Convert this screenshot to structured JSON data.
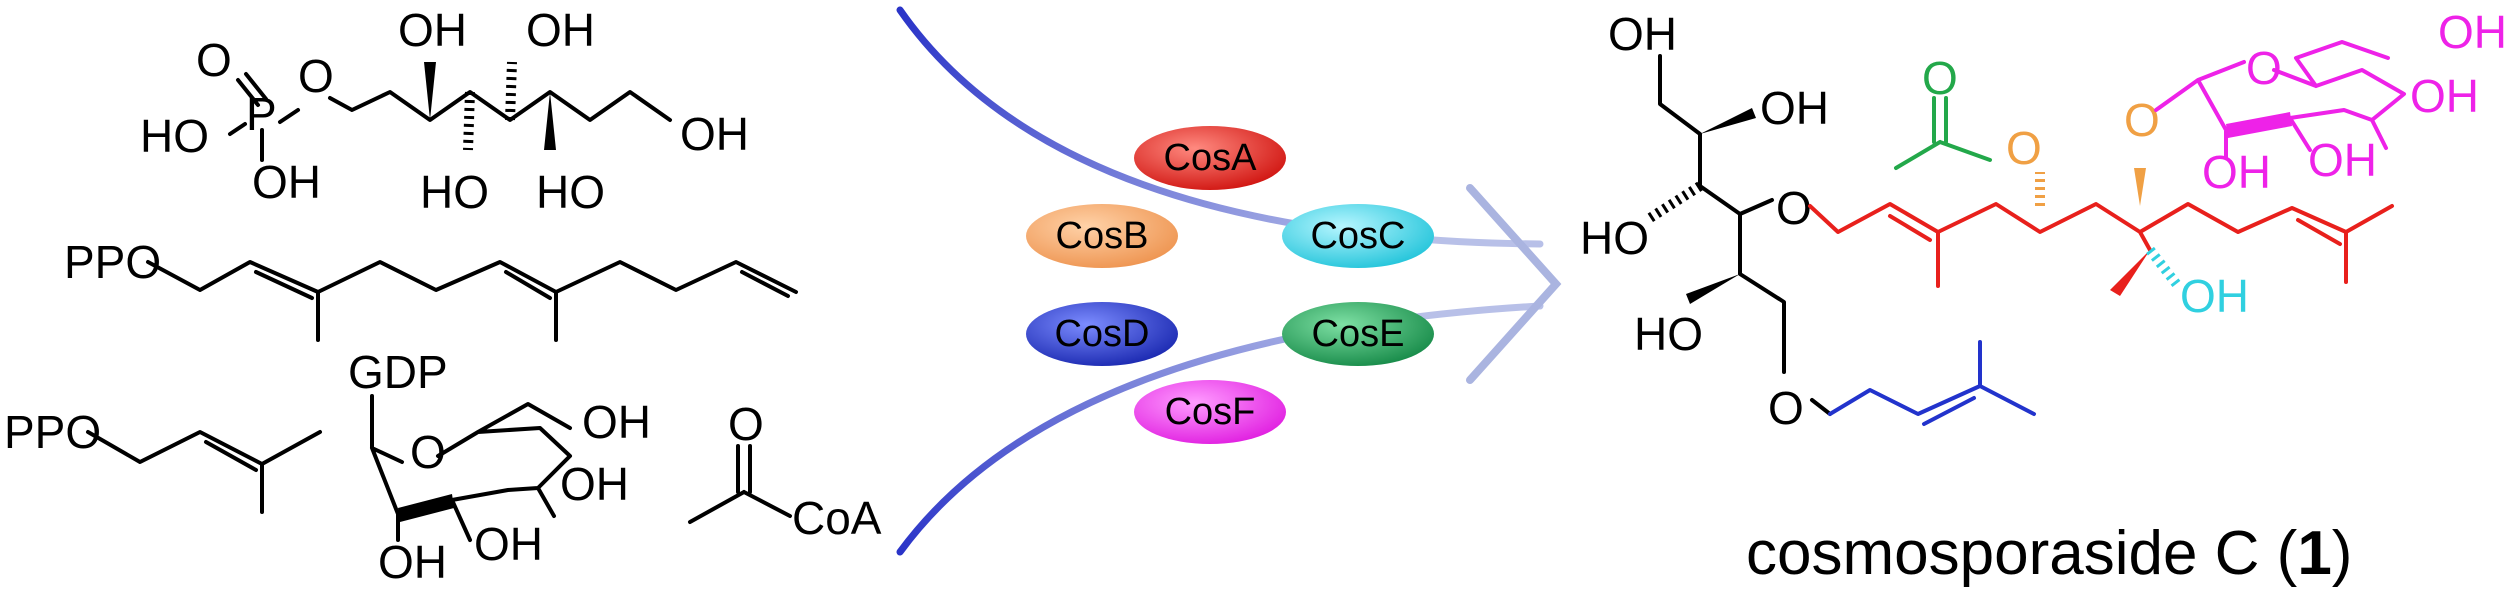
{
  "enzymes": [
    "CosA",
    "CosB",
    "CosC",
    "CosD",
    "CosE",
    "CosF"
  ],
  "enzyme_colors": {
    "CosA": "#e0201a",
    "CosB": "#f2a060",
    "CosC": "#40d8e8",
    "CosD": "#2436c8",
    "CosE": "#1e9a55",
    "CosF": "#ee30e8"
  },
  "substrate_labels": {
    "sorbitol_phosphate": [
      "O",
      "O",
      "P",
      "HO",
      "OH",
      "OH",
      "OH",
      "OH",
      "HO",
      "HO"
    ],
    "farnesyl": "PPO",
    "dimethylallyl": "PPO",
    "gdp_sugar": {
      "gdp": "GDP",
      "ring_o": "O",
      "oh": [
        "OH",
        "OH",
        "OH",
        "OH"
      ]
    },
    "acetyl": {
      "o": "O",
      "coa": "CoA"
    }
  },
  "product_labels": {
    "oh_top": [
      "OH",
      "OH"
    ],
    "ho_left": [
      "HO",
      "HO"
    ],
    "ether_o": [
      "O",
      "O"
    ],
    "acetyl_o": [
      "O",
      "O"
    ],
    "sugar": {
      "glyco_o": "O",
      "ring_o": "O",
      "oh": [
        "OH",
        "OH",
        "OH",
        "OH"
      ]
    },
    "tertiary_oh": "OH"
  },
  "product_name": "cosmosporaside C (",
  "product_number": "1",
  "product_name_close": ")",
  "colors": {
    "black": "#000000",
    "red": "#e8201c",
    "green": "#23a84a",
    "orange": "#f0a044",
    "magenta": "#ee22e8",
    "cyan": "#30d0e0",
    "blue": "#2233cc",
    "arrow": "#9aa8da",
    "arrow_dark": "#2a34c8"
  }
}
